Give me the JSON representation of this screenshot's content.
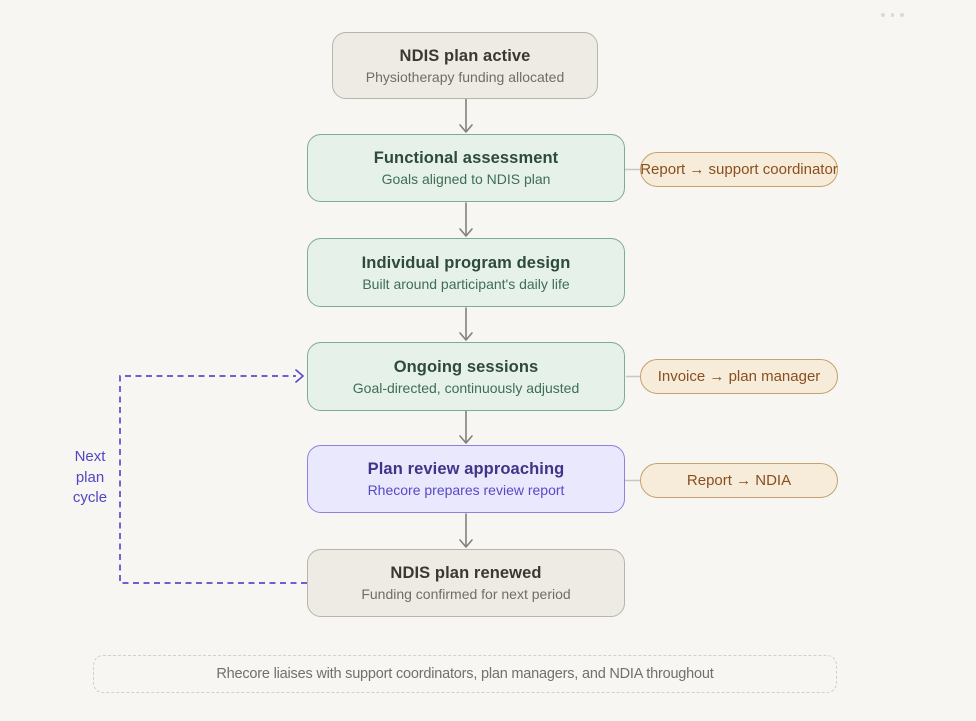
{
  "flow": {
    "nodes": [
      {
        "id": "ndis-plan-active",
        "variant": "gray",
        "title": "NDIS plan active",
        "subtitle": "Physiotherapy funding allocated"
      },
      {
        "id": "functional-assessment",
        "variant": "green",
        "title": "Functional assessment",
        "subtitle": "Goals aligned to NDIS plan"
      },
      {
        "id": "individual-program-design",
        "variant": "green",
        "title": "Individual program design",
        "subtitle": "Built around participant's daily life"
      },
      {
        "id": "ongoing-sessions",
        "variant": "green",
        "title": "Ongoing sessions",
        "subtitle": "Goal-directed, continuously adjusted"
      },
      {
        "id": "plan-review-approaching",
        "variant": "purple",
        "title": "Plan review approaching",
        "subtitle": "Rhecore prepares review report"
      },
      {
        "id": "ndis-plan-renewed",
        "variant": "gray",
        "title": "NDIS plan renewed",
        "subtitle": "Funding confirmed for next period"
      }
    ],
    "side_pills": [
      {
        "attached_to": "functional-assessment",
        "text": "Report → support coordinator"
      },
      {
        "attached_to": "ongoing-sessions",
        "text": "Invoice → plan manager"
      },
      {
        "attached_to": "plan-review-approaching",
        "text": "Report → NDIA"
      }
    ],
    "loop_label": {
      "text": "Next plan cycle",
      "lines": [
        "Next",
        "plan",
        "cycle"
      ]
    },
    "note": "Rhecore liaises with support coordinators, plan managers, and NDIA throughout"
  },
  "colors": {
    "background": "#f7f6f2",
    "gray_node_fill": "#edebe4",
    "gray_node_border": "#b7b4aa",
    "green_node_fill": "#e6f1ea",
    "green_node_border": "#7fab93",
    "green_title": "#2e4a3c",
    "purple_node_fill": "#eae8fc",
    "purple_node_border": "#8d82dd",
    "purple_title": "#3e3488",
    "pill_fill": "#f6ecd9",
    "pill_border": "#c5a26e",
    "pill_text": "#8a4f1e",
    "arrow_gray": "#82817b",
    "loop_dashed_purple": "#5a4ec8",
    "note_text": "#71706a"
  }
}
